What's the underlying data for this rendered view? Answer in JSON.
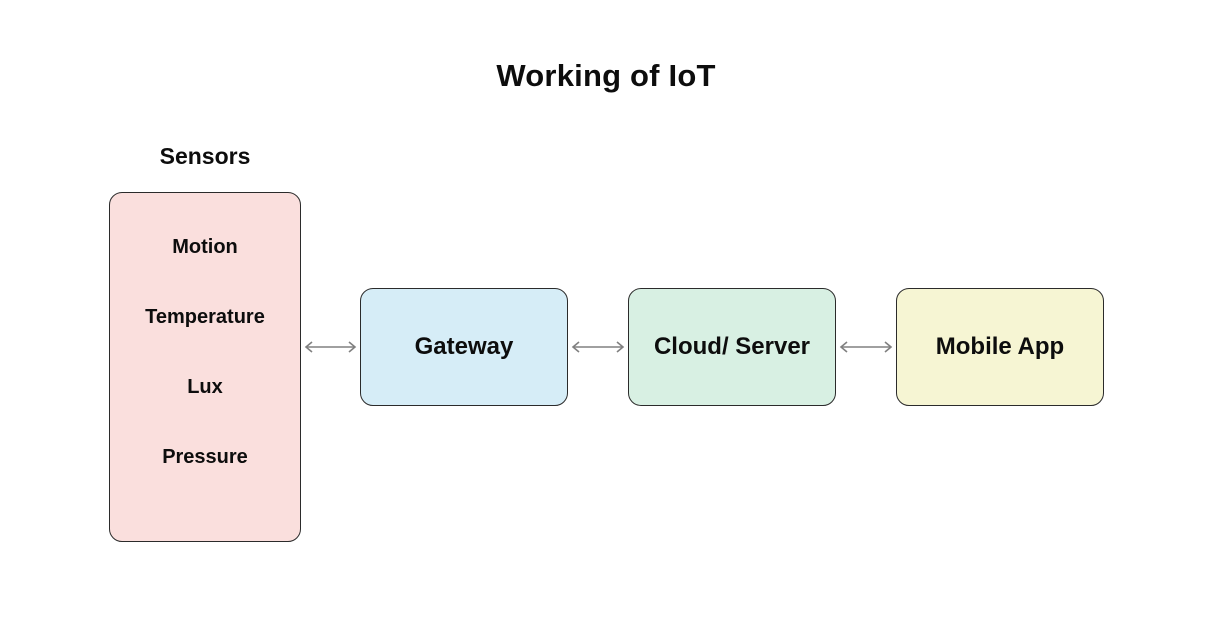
{
  "title": "Working of IoT",
  "sensors": {
    "label": "Sensors",
    "items": [
      {
        "label": "Motion"
      },
      {
        "label": "Temperature"
      },
      {
        "label": "Lux"
      },
      {
        "label": "Pressure"
      }
    ],
    "fill_color": "#fadfdd"
  },
  "nodes": [
    {
      "id": "gateway",
      "label": "Gateway",
      "fill_color": "#d6edf7"
    },
    {
      "id": "cloud-server",
      "label": "Cloud/ Server",
      "fill_color": "#d8f0e3"
    },
    {
      "id": "mobile-app",
      "label": "Mobile App",
      "fill_color": "#f6f5d3"
    }
  ],
  "connectors": [
    {
      "id": "sensors-to-gateway",
      "from": "Sensors",
      "to": "Gateway",
      "direction": "bidirectional"
    },
    {
      "id": "gateway-to-cloud",
      "from": "Gateway",
      "to": "Cloud/ Server",
      "direction": "bidirectional"
    },
    {
      "id": "cloud-to-mobile",
      "from": "Cloud/ Server",
      "to": "Mobile App",
      "direction": "bidirectional"
    }
  ],
  "colors": {
    "background": "#ffffff",
    "text": "#0d0d0d",
    "border": "#2b2b2b",
    "arrow": "#808080"
  }
}
